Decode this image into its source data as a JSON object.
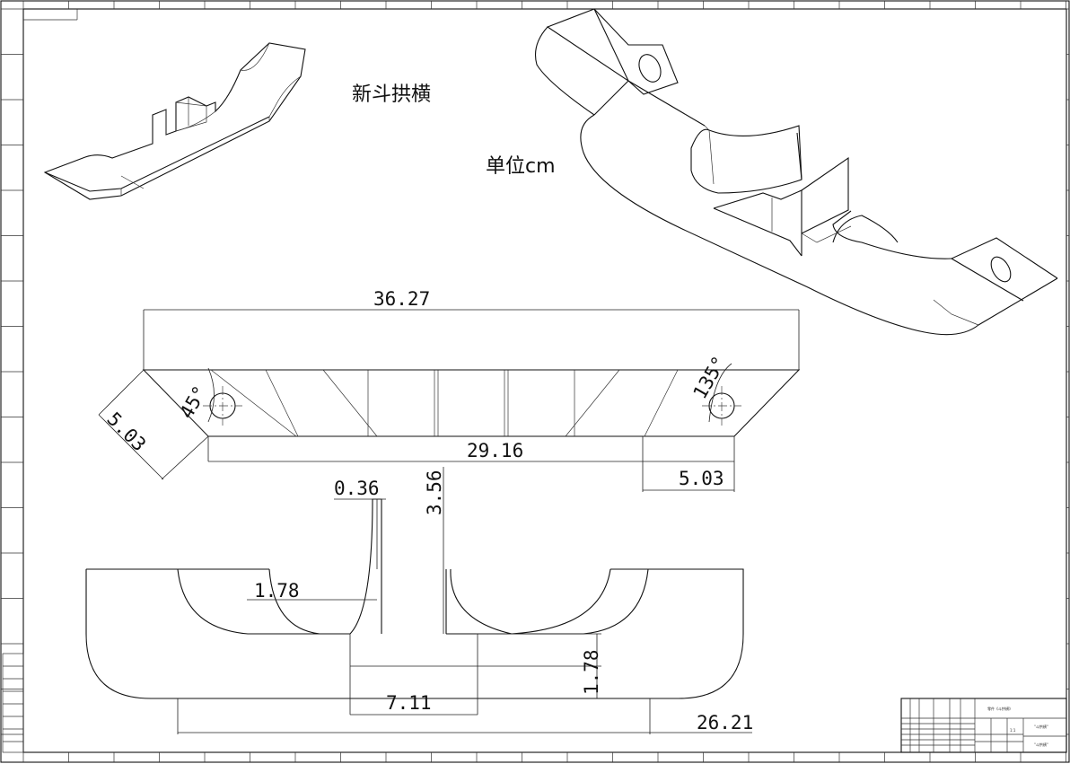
{
  "title": "新斗拱横",
  "unit_label": "单位cm",
  "dimensions": {
    "top_overall_width": "36.27",
    "bottom_width": "29.16",
    "left_bevel": "5.03",
    "right_bevel": "5.03",
    "left_angle": "45°",
    "right_angle": "135°",
    "slot_thickness": "0.36",
    "slot_depth": "3.56",
    "curve_left": "1.78",
    "curve_right": "1.78",
    "slot_width": "7.11",
    "base_width": "26.21"
  },
  "title_block": {
    "header": "零件《斗拱横》",
    "name": "\"斗拱横\"",
    "code": "\"斗拱横\"",
    "scale": "1:1"
  }
}
